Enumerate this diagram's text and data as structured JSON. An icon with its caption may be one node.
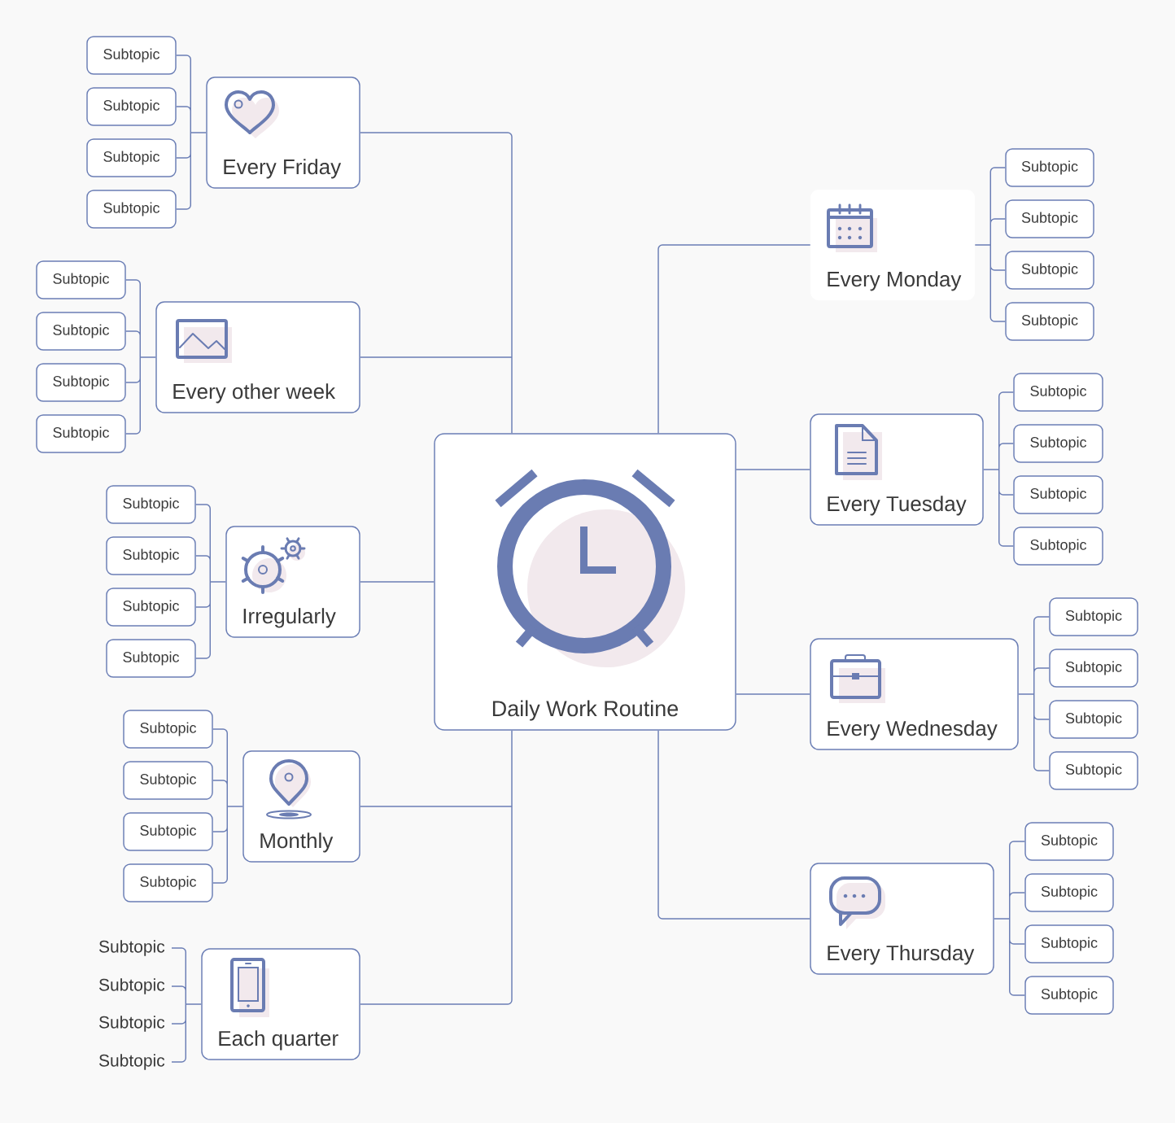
{
  "diagram": {
    "nodes": [
      {
        "text": [
          "Daily Work Routine"
        ]
      },
      {
        "text": [
          "Every Monday"
        ]
      },
      {
        "text": [
          "Subtopic"
        ]
      },
      {
        "text": [
          "Subtopic"
        ]
      },
      {
        "text": [
          "Subtopic"
        ]
      },
      {
        "text": [
          "Subtopic"
        ]
      },
      {
        "text": [
          "Every Tuesday"
        ]
      },
      {
        "text": [
          "Subtopic"
        ]
      },
      {
        "text": [
          "Subtopic"
        ]
      },
      {
        "text": [
          "Subtopic"
        ]
      },
      {
        "text": [
          "Subtopic"
        ]
      },
      {
        "text": [
          "Every Wednesday"
        ]
      },
      {
        "text": [
          "Subtopic"
        ]
      },
      {
        "text": [
          "Subtopic"
        ]
      },
      {
        "text": [
          "Subtopic"
        ]
      },
      {
        "text": [
          "Subtopic"
        ]
      },
      {
        "text": [
          "Every Thursday"
        ]
      },
      {
        "text": [
          "Subtopic"
        ]
      },
      {
        "text": [
          "Subtopic"
        ]
      },
      {
        "text": [
          "Subtopic"
        ]
      },
      {
        "text": [
          "Subtopic"
        ]
      },
      {
        "text": [
          "Every Friday"
        ]
      },
      {
        "text": [
          "Subtopic"
        ]
      },
      {
        "text": [
          "Subtopic"
        ]
      },
      {
        "text": [
          "Subtopic"
        ]
      },
      {
        "text": [
          "Subtopic"
        ]
      },
      {
        "text": [
          "Every other week"
        ]
      },
      {
        "text": [
          "Subtopic"
        ]
      },
      {
        "text": [
          "Subtopic"
        ]
      },
      {
        "text": [
          "Subtopic"
        ]
      },
      {
        "text": [
          "Subtopic"
        ]
      },
      {
        "text": [
          "Irregularly"
        ]
      },
      {
        "text": [
          "Subtopic"
        ]
      },
      {
        "text": [
          "Subtopic"
        ]
      },
      {
        "text": [
          "Subtopic"
        ]
      },
      {
        "text": [
          "Subtopic"
        ]
      },
      {
        "text": [
          "Monthly"
        ]
      },
      {
        "text": [
          "Subtopic"
        ]
      },
      {
        "text": [
          "Subtopic"
        ]
      },
      {
        "text": [
          "Subtopic"
        ]
      },
      {
        "text": [
          "Subtopic"
        ]
      },
      {
        "text": [
          "Each quarter"
        ]
      },
      {
        "text": [
          "Subtopic"
        ]
      },
      {
        "text": [
          "Subtopic"
        ]
      },
      {
        "text": [
          "Subtopic"
        ]
      },
      {
        "text": [
          "Subtopic"
        ]
      }
    ],
    "edges": [
      {
        "from": 0,
        "to": 1,
        "arrow": "none"
      },
      {
        "from": 1,
        "to": 2,
        "arrow": "none"
      },
      {
        "from": 1,
        "to": 3,
        "arrow": "none"
      },
      {
        "from": 1,
        "to": 4,
        "arrow": "none"
      },
      {
        "from": 1,
        "to": 5,
        "arrow": "none"
      },
      {
        "from": 0,
        "to": 6,
        "arrow": "none"
      },
      {
        "from": 6,
        "to": 7,
        "arrow": "none"
      },
      {
        "from": 6,
        "to": 8,
        "arrow": "none"
      },
      {
        "from": 6,
        "to": 9,
        "arrow": "none"
      },
      {
        "from": 6,
        "to": 10,
        "arrow": "none"
      },
      {
        "from": 0,
        "to": 11,
        "arrow": "none"
      },
      {
        "from": 11,
        "to": 12,
        "arrow": "none"
      },
      {
        "from": 11,
        "to": 13,
        "arrow": "none"
      },
      {
        "from": 11,
        "to": 14,
        "arrow": "none"
      },
      {
        "from": 11,
        "to": 15,
        "arrow": "none"
      },
      {
        "from": 0,
        "to": 16,
        "arrow": "none"
      },
      {
        "from": 16,
        "to": 17,
        "arrow": "none"
      },
      {
        "from": 16,
        "to": 18,
        "arrow": "none"
      },
      {
        "from": 16,
        "to": 19,
        "arrow": "none"
      },
      {
        "from": 16,
        "to": 20,
        "arrow": "none"
      },
      {
        "from": 0,
        "to": 21,
        "arrow": "none"
      },
      {
        "from": 21,
        "to": 22,
        "arrow": "none"
      },
      {
        "from": 21,
        "to": 23,
        "arrow": "none"
      },
      {
        "from": 21,
        "to": 24,
        "arrow": "none"
      },
      {
        "from": 21,
        "to": 25,
        "arrow": "none"
      },
      {
        "from": 0,
        "to": 26,
        "arrow": "none"
      },
      {
        "from": 26,
        "to": 27,
        "arrow": "none"
      },
      {
        "from": 26,
        "to": 28,
        "arrow": "none"
      },
      {
        "from": 26,
        "to": 29,
        "arrow": "none"
      },
      {
        "from": 26,
        "to": 30,
        "arrow": "none"
      },
      {
        "from": 0,
        "to": 31,
        "arrow": "none"
      },
      {
        "from": 31,
        "to": 32,
        "arrow": "none"
      },
      {
        "from": 31,
        "to": 33,
        "arrow": "none"
      },
      {
        "from": 31,
        "to": 34,
        "arrow": "none"
      },
      {
        "from": 31,
        "to": 35,
        "arrow": "none"
      },
      {
        "from": 0,
        "to": 36,
        "arrow": "none"
      },
      {
        "from": 36,
        "to": 37,
        "arrow": "none"
      },
      {
        "from": 36,
        "to": 38,
        "arrow": "none"
      },
      {
        "from": 36,
        "to": 39,
        "arrow": "none"
      },
      {
        "from": 36,
        "to": 40,
        "arrow": "none"
      },
      {
        "from": 0,
        "to": 41,
        "arrow": "none"
      },
      {
        "from": 41,
        "to": 42,
        "arrow": "none"
      },
      {
        "from": 41,
        "to": 43,
        "arrow": "none"
      },
      {
        "from": 41,
        "to": 44,
        "arrow": "none"
      },
      {
        "from": 41,
        "to": 45,
        "arrow": "none"
      }
    ]
  }
}
